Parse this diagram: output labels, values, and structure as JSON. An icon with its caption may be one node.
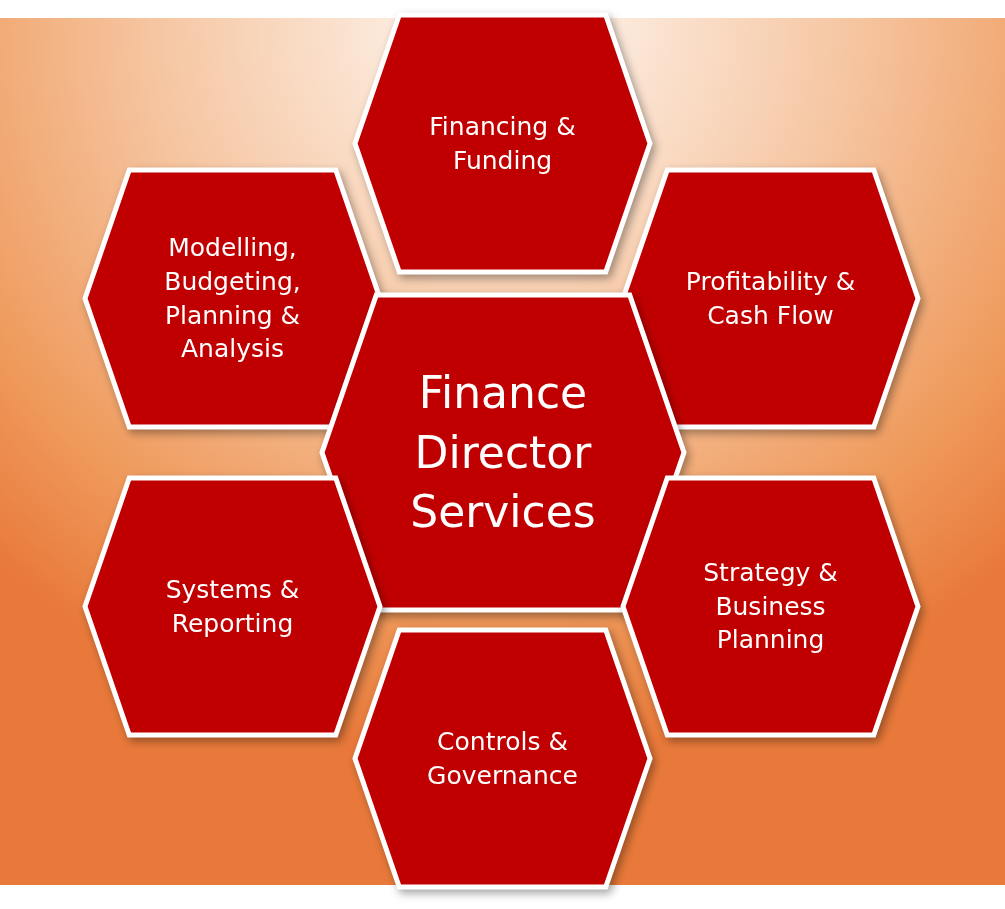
{
  "diagram": {
    "nodes": [
      {
        "text": [
          "Financing & Funding"
        ]
      },
      {
        "text": [
          "Modelling, Budgeting, Planning & Analysis"
        ]
      },
      {
        "text": [
          "Profitability & Cash Flow"
        ]
      },
      {
        "text": [
          "Finance Director Services"
        ]
      },
      {
        "text": [
          "Systems & Reporting"
        ]
      },
      {
        "text": [
          "Strategy & Business Planning"
        ]
      },
      {
        "text": [
          "Controls & Governance"
        ]
      }
    ]
  }
}
